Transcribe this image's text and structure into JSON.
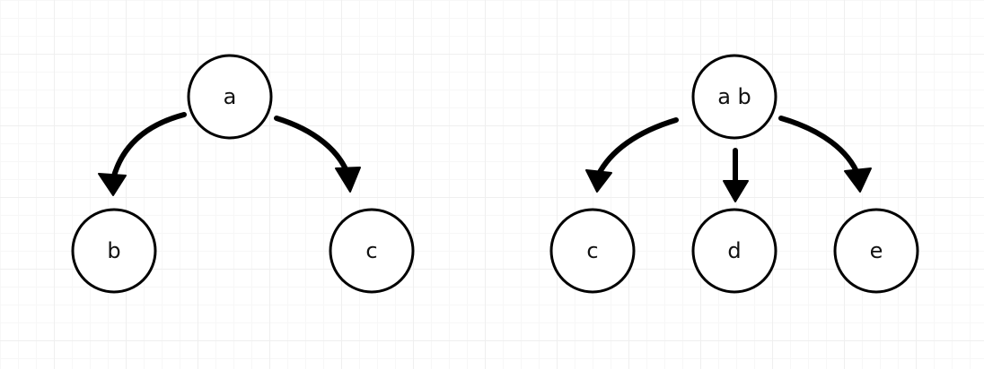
{
  "trees": [
    {
      "nodes": [
        {
          "id": "a",
          "label": "a"
        },
        {
          "id": "b",
          "label": "b"
        },
        {
          "id": "c",
          "label": "c"
        }
      ],
      "edges": [
        {
          "from": "a",
          "to": "b"
        },
        {
          "from": "a",
          "to": "c"
        }
      ]
    },
    {
      "nodes": [
        {
          "id": "ab",
          "label": "a b"
        },
        {
          "id": "c2",
          "label": "c"
        },
        {
          "id": "d",
          "label": "d"
        },
        {
          "id": "e",
          "label": "e"
        }
      ],
      "edges": [
        {
          "from": "ab",
          "to": "c2"
        },
        {
          "from": "ab",
          "to": "d"
        },
        {
          "from": "ab",
          "to": "e"
        }
      ]
    }
  ],
  "colors": {
    "stroke": "#000000",
    "node_fill": "#ffffff",
    "grid": "#efefef"
  }
}
